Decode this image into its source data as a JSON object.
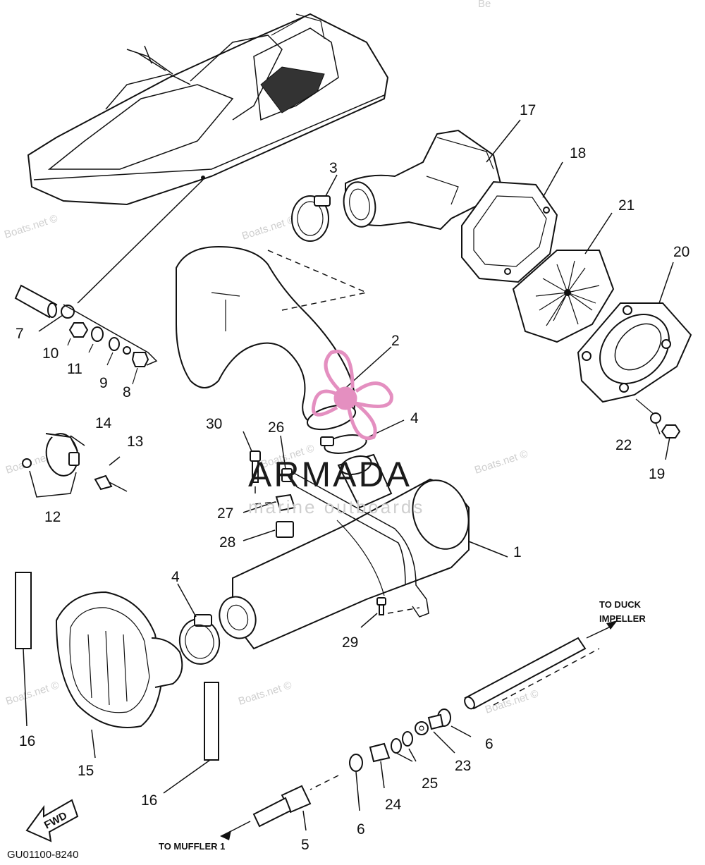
{
  "diagram": {
    "code": "GU01100-8240",
    "watermark": "Boats.net ©",
    "watermark_top": "Be",
    "brand": {
      "name": "ARMADA",
      "tagline": "marine outboards",
      "accent": "#e48fc0"
    },
    "notes": {
      "to_duck_impeller_line1": "TO DUCK",
      "to_duck_impeller_line2": "IMPELLER",
      "to_muffler": "TO MUFFLER 1",
      "fwd": "FWD"
    },
    "callouts": [
      {
        "id": "1",
        "text": "1"
      },
      {
        "id": "2",
        "text": "2"
      },
      {
        "id": "3",
        "text": "3"
      },
      {
        "id": "4a",
        "text": "4"
      },
      {
        "id": "4b",
        "text": "4"
      },
      {
        "id": "5",
        "text": "5"
      },
      {
        "id": "6a",
        "text": "6"
      },
      {
        "id": "6b",
        "text": "6"
      },
      {
        "id": "7",
        "text": "7"
      },
      {
        "id": "8",
        "text": "8"
      },
      {
        "id": "9",
        "text": "9"
      },
      {
        "id": "10",
        "text": "10"
      },
      {
        "id": "11",
        "text": "11"
      },
      {
        "id": "12",
        "text": "12"
      },
      {
        "id": "13",
        "text": "13"
      },
      {
        "id": "14",
        "text": "14"
      },
      {
        "id": "15",
        "text": "15"
      },
      {
        "id": "16a",
        "text": "16"
      },
      {
        "id": "16b",
        "text": "16"
      },
      {
        "id": "17",
        "text": "17"
      },
      {
        "id": "18",
        "text": "18"
      },
      {
        "id": "19",
        "text": "19"
      },
      {
        "id": "20",
        "text": "20"
      },
      {
        "id": "21",
        "text": "21"
      },
      {
        "id": "22",
        "text": "22"
      },
      {
        "id": "23",
        "text": "23"
      },
      {
        "id": "24",
        "text": "24"
      },
      {
        "id": "25",
        "text": "25"
      },
      {
        "id": "26",
        "text": "26"
      },
      {
        "id": "27",
        "text": "27"
      },
      {
        "id": "28",
        "text": "28"
      },
      {
        "id": "29",
        "text": "29"
      },
      {
        "id": "30",
        "text": "30"
      }
    ]
  }
}
